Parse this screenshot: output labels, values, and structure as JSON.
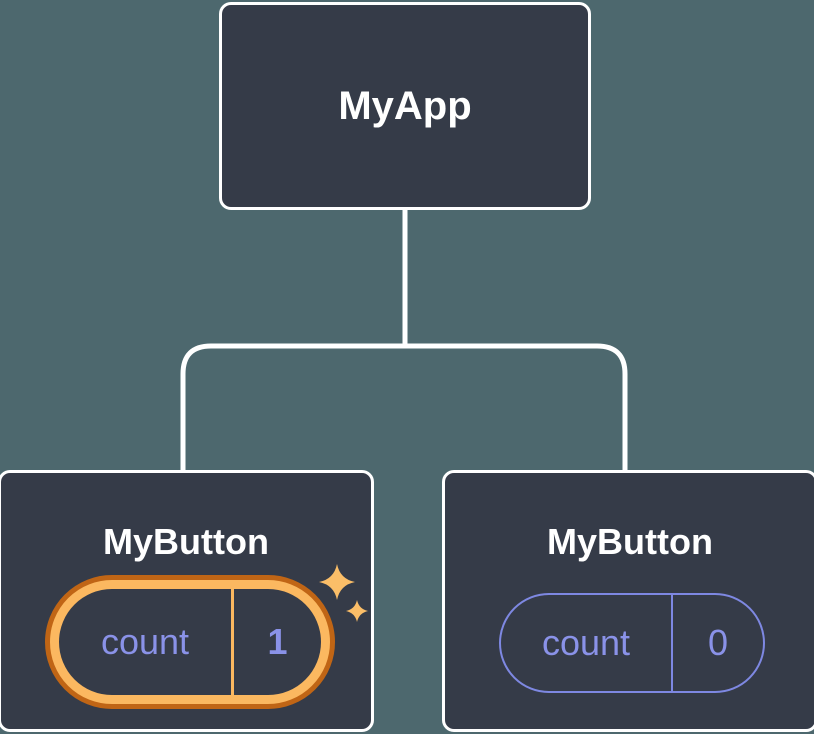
{
  "tree": {
    "root": {
      "label": "MyApp"
    },
    "children": [
      {
        "label": "MyButton",
        "state": {
          "key": "count",
          "value": "1"
        },
        "highlighted": true
      },
      {
        "label": "MyButton",
        "state": {
          "key": "count",
          "value": "0"
        },
        "highlighted": false
      }
    ]
  },
  "colors": {
    "background": "#4D686E",
    "node_fill": "#353B48",
    "node_border": "#FFFFFF",
    "connector": "#FFFFFF",
    "state_text": "#8A92E8",
    "state_border": "#7E88E2",
    "highlight_ring_outer": "#C06515",
    "highlight_ring_inner": "#FBB860",
    "sparkle": "#FBBE68"
  }
}
